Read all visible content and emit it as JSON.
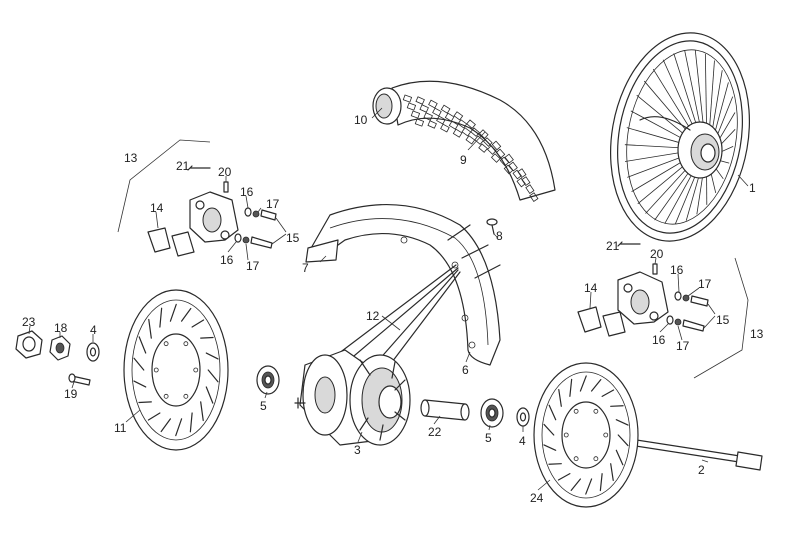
{
  "diagram": {
    "labels": {
      "p1": "1",
      "p2": "2",
      "p3": "3",
      "p4a": "4",
      "p4b": "4",
      "p5a": "5",
      "p5b": "5",
      "p6": "6",
      "p7": "7",
      "p8": "8",
      "p9": "9",
      "p10": "10",
      "p11": "11",
      "p12": "12",
      "p13a": "13",
      "p13b": "13",
      "p14a": "14",
      "p14b": "14",
      "p15a": "15",
      "p15b": "15",
      "p16a": "16",
      "p16b": "16",
      "p16c": "16",
      "p16d": "16",
      "p17a": "17",
      "p17b": "17",
      "p17c": "17",
      "p17d": "17",
      "p18": "18",
      "p19": "19",
      "p20a": "20",
      "p20b": "20",
      "p21a": "21",
      "p21b": "21",
      "p22": "22",
      "p23": "23",
      "p24": "24"
    }
  }
}
